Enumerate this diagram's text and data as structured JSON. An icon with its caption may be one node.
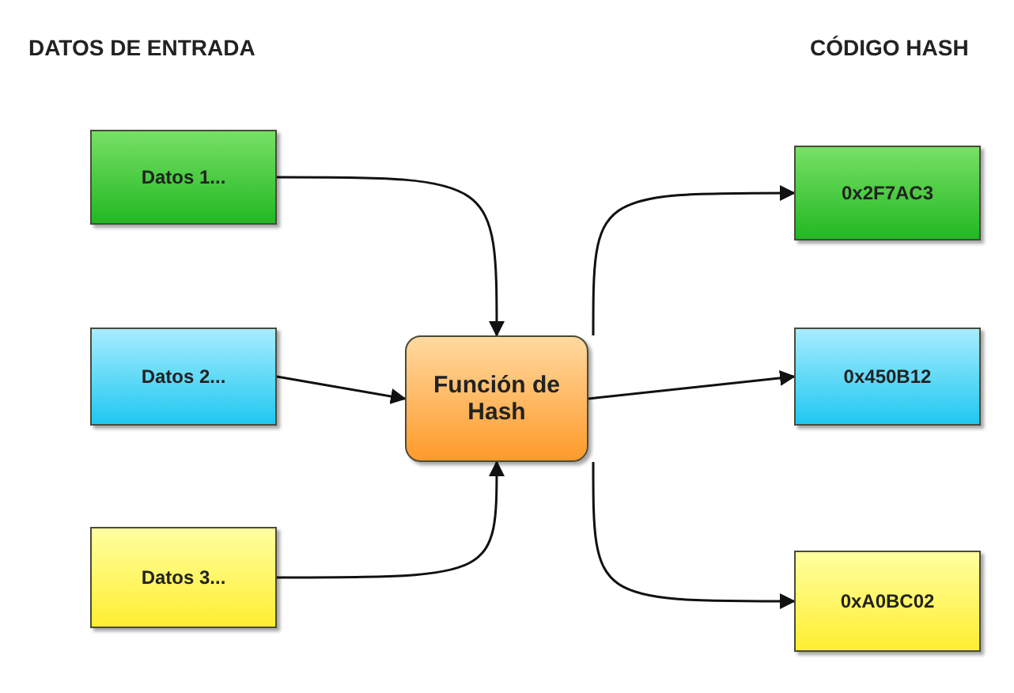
{
  "diagram": {
    "nodes": [
      {
        "text": [
          "Datos 1..."
        ]
      },
      {
        "text": [
          "Datos 2..."
        ]
      },
      {
        "text": [
          "Datos 3..."
        ]
      },
      {
        "text": [
          "Función de Hash"
        ]
      },
      {
        "text": [
          "0x2F7AC3"
        ]
      },
      {
        "text": [
          "0x450B12"
        ]
      },
      {
        "text": [
          "0xA0BC02"
        ]
      }
    ],
    "edges": [
      {
        "from": 0,
        "to": 3,
        "arrow": "to"
      },
      {
        "from": 1,
        "to": 3,
        "arrow": "to"
      },
      {
        "from": 2,
        "to": 3,
        "arrow": "to"
      },
      {
        "from": 3,
        "to": 4,
        "arrow": "to"
      },
      {
        "from": 3,
        "to": 5,
        "arrow": "to"
      },
      {
        "from": 3,
        "to": 6,
        "arrow": "to"
      }
    ],
    "labels": [
      "DATOS DE ENTRADA",
      "CÓDIGO HASH"
    ]
  }
}
